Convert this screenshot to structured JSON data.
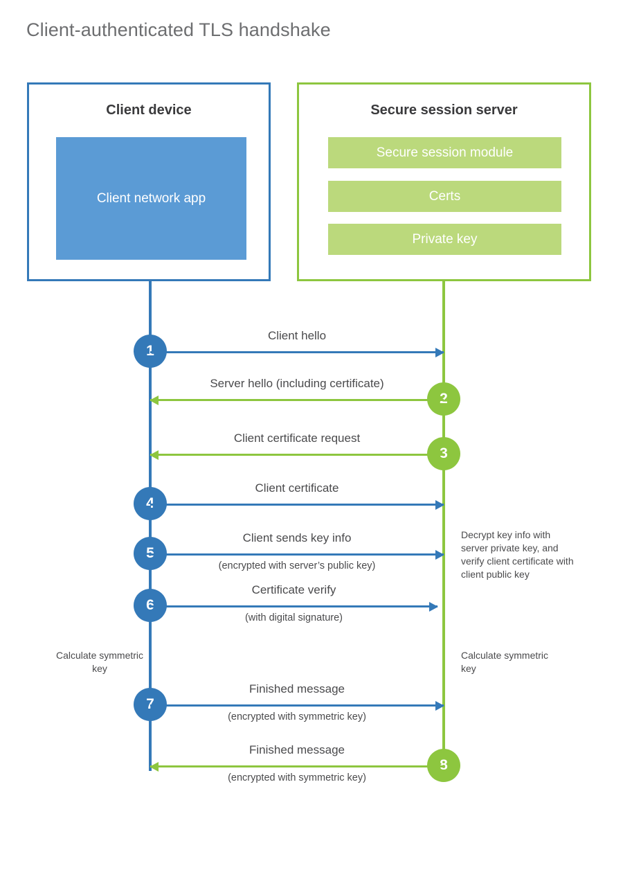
{
  "title": "Client-authenticated TLS handshake",
  "colors": {
    "client_blue": "#3479b8",
    "client_app_fill": "#5b9bd5",
    "server_green": "#8dc63f",
    "server_module_fill": "#bbd97c",
    "text_gray": "#4a4a4c",
    "title_gray": "#6d6e70"
  },
  "client": {
    "title": "Client device",
    "app_label": "Client network app"
  },
  "server": {
    "title": "Secure session server",
    "modules": [
      {
        "label": "Secure session module"
      },
      {
        "label": "Certs"
      },
      {
        "label": "Private key"
      }
    ]
  },
  "steps": [
    {
      "number": "1",
      "direction": "to-server",
      "label": "Client hello",
      "sublabel": ""
    },
    {
      "number": "2",
      "direction": "to-client",
      "label": "Server hello (including certificate)",
      "sublabel": ""
    },
    {
      "number": "3",
      "direction": "to-client",
      "label": "Client certificate request",
      "sublabel": ""
    },
    {
      "number": "4",
      "direction": "to-server",
      "label": "Client certificate",
      "sublabel": ""
    },
    {
      "number": "5",
      "direction": "to-server",
      "label": "Client sends key info",
      "sublabel": "(encrypted with server’s public key)"
    },
    {
      "number": "6",
      "direction": "to-server",
      "label": "Certificate verify",
      "sublabel": "(with digital signature)"
    },
    {
      "number": "7",
      "direction": "to-server",
      "label": "Finished message",
      "sublabel": "(encrypted with symmetric key)"
    },
    {
      "number": "8",
      "direction": "to-client",
      "label": "Finished message",
      "sublabel": "(encrypted with symmetric key)"
    }
  ],
  "notes": {
    "decrypt": "Decrypt key info with server private key, and verify client certificate with client public key",
    "client_calculate": "Calculate symmetric key",
    "server_calculate": "Calculate symmetric key"
  }
}
